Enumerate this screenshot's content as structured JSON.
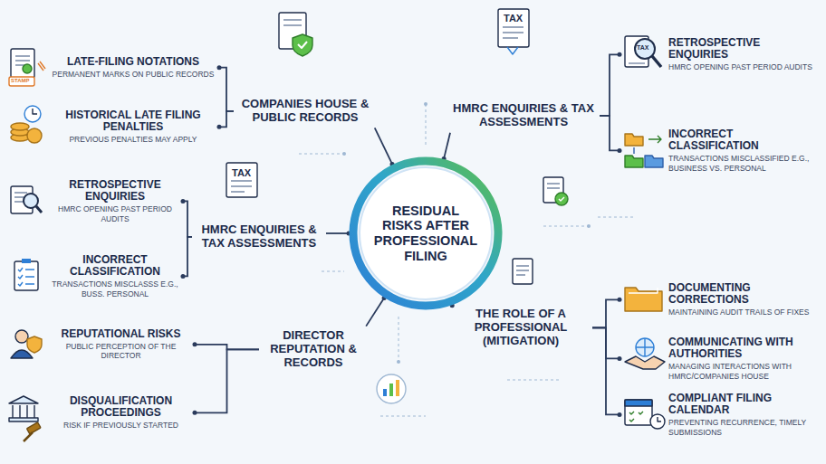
{
  "diagram": {
    "nodes": [
      {
        "text": [
          "RESIDUAL RISKS AFTER PROFESSIONAL FILING"
        ]
      },
      {
        "text": [
          "COMPANIES HOUSE & PUBLIC RECORDS"
        ]
      },
      {
        "text": [
          "LATE-FILING NOTATIONS",
          "PERMANENT MARKS ON PUBLIC RECORDS"
        ]
      },
      {
        "text": [
          "HISTORICAL LATE FILING PENALTIES",
          "PREVIOUS PENALTIES MAY APPLY"
        ]
      },
      {
        "text": [
          "HMRC ENQUIRIES & TAX ASSESSMENTS"
        ]
      },
      {
        "text": [
          "RETROSPECTIVE ENQUIRIES",
          "HMRC OPENING PAST PERIOD AUDITS"
        ]
      },
      {
        "text": [
          "INCORRECT CLASSIFICATION",
          "TRANSACTIONS MISCLASSIFIED E.G., BUSINESS VS. PERSONAL"
        ]
      },
      {
        "text": [
          "HMRC ENQUIRIES & TAX ASSESSMENTS"
        ]
      },
      {
        "text": [
          "RETROSPECTIVE ENQUIRIES",
          "HMRC OPENING PAST PERIOD AUDITS"
        ]
      },
      {
        "text": [
          "INCORRECT CLASSIFICATION",
          "TRANSACTIONS MISCLASSS E.G., BUSS. PERSONAL"
        ]
      },
      {
        "text": [
          "DIRECTOR REPUTATION & RECORDS"
        ]
      },
      {
        "text": [
          "REPUTATIONAL RISKS",
          "PUBLIC PERCEPTION OF THE DIRECTOR"
        ]
      },
      {
        "text": [
          "DISQUALIFICATION PROCEEDINGS",
          "RISK IF PREVIOUSLY STARTED"
        ]
      },
      {
        "text": [
          "THE ROLE OF A PROFESSIONAL (MITIGATION)"
        ]
      },
      {
        "text": [
          "DOCUMENTING CORRECTIONS",
          "MAINTAINING AUDIT TRAILS OF FIXES"
        ]
      },
      {
        "text": [
          "COMMUNICATING WITH AUTHORITIES",
          "MANAGING INTERACTIONS WITH HMRC/COMPANIES HOUSE"
        ]
      },
      {
        "text": [
          "COMPLIANT FILING CALENDAR",
          "PREVENTING RECURRENCE, TIMELY SUBMISSIONS"
        ]
      }
    ],
    "edges": [
      {
        "from": 0,
        "to": 1,
        "arrow": "none"
      },
      {
        "from": 1,
        "to": 2,
        "arrow": "none"
      },
      {
        "from": 1,
        "to": 3,
        "arrow": "none"
      },
      {
        "from": 0,
        "to": 4,
        "arrow": "none"
      },
      {
        "from": 4,
        "to": 5,
        "arrow": "none"
      },
      {
        "from": 4,
        "to": 6,
        "arrow": "none"
      },
      {
        "from": 0,
        "to": 7,
        "arrow": "none"
      },
      {
        "from": 7,
        "to": 8,
        "arrow": "none"
      },
      {
        "from": 7,
        "to": 9,
        "arrow": "none"
      },
      {
        "from": 0,
        "to": 10,
        "arrow": "none"
      },
      {
        "from": 10,
        "to": 11,
        "arrow": "none"
      },
      {
        "from": 10,
        "to": 12,
        "arrow": "none"
      },
      {
        "from": 0,
        "to": 13,
        "arrow": "none"
      },
      {
        "from": 13,
        "to": 14,
        "arrow": "none"
      },
      {
        "from": 13,
        "to": 15,
        "arrow": "none"
      },
      {
        "from": 13,
        "to": 16,
        "arrow": "none"
      }
    ],
    "labels": [
      "STAMP",
      "TAX",
      "TAX",
      "TAX"
    ]
  }
}
